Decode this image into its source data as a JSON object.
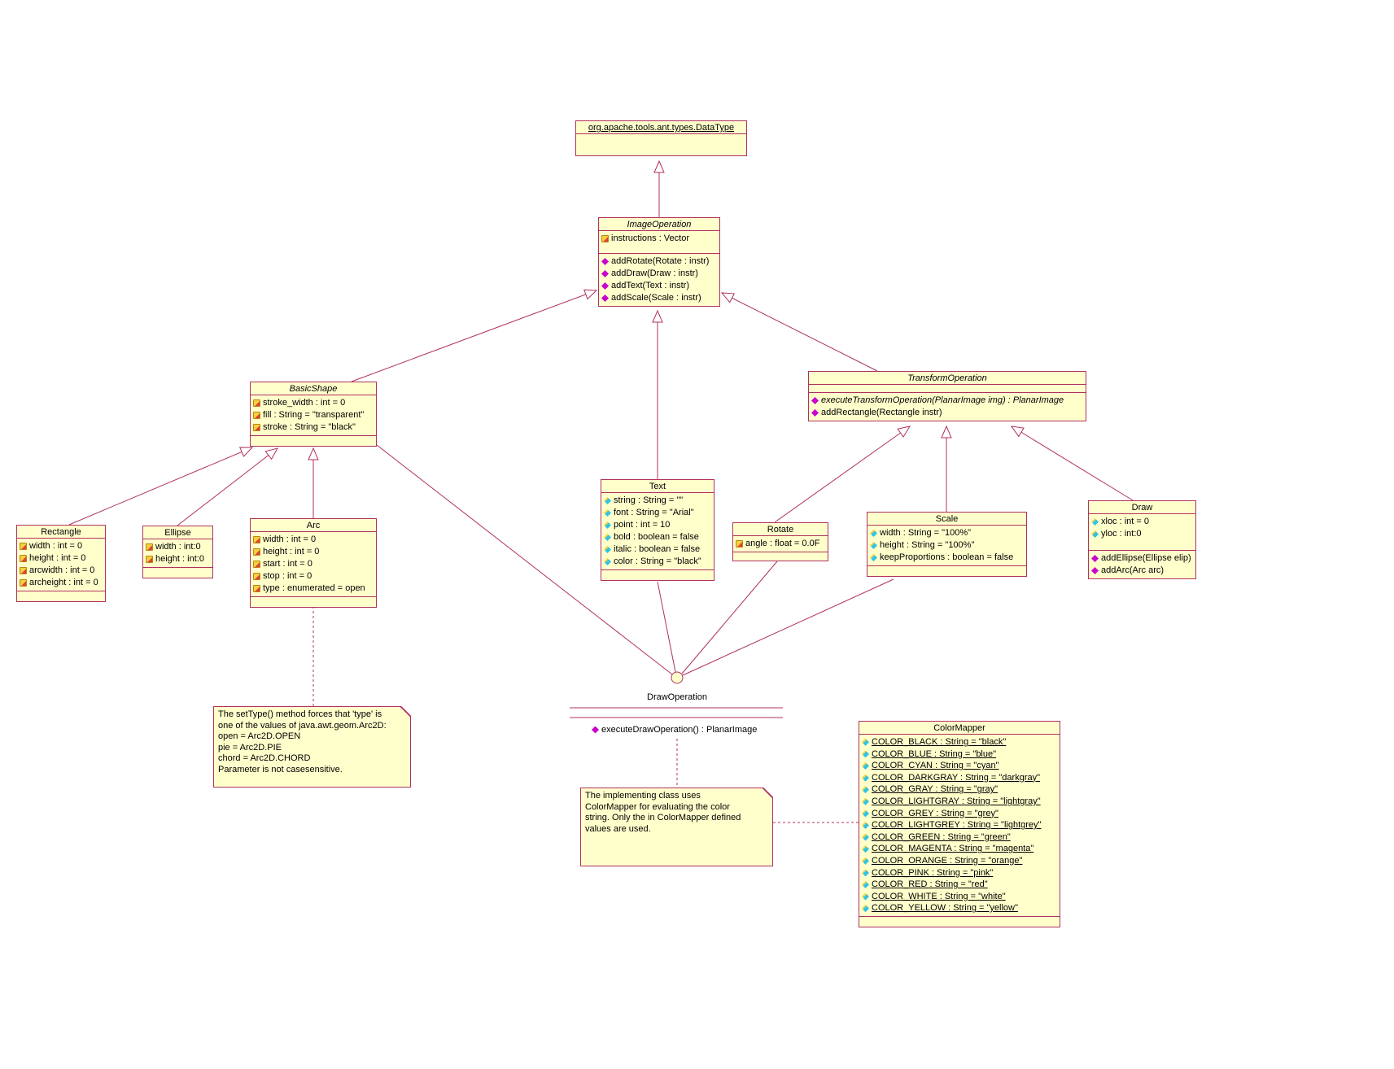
{
  "colors": {
    "background": "#FFFFFF",
    "box_fill": "#FFFFCC",
    "line": "#B03060",
    "method_icon": "#CC00CC",
    "attribute_icon_yellow": "#F4D03F",
    "attribute_icon_cyan": "#2EC4E6"
  },
  "classes": {
    "datatype": {
      "title": "org.apache.tools.ant.types.DataType"
    },
    "image_operation": {
      "title": "ImageOperation",
      "attributes": [
        {
          "text": "instructions : Vector"
        }
      ],
      "methods": [
        {
          "text": "addRotate(Rotate : instr)"
        },
        {
          "text": "addDraw(Draw : instr)"
        },
        {
          "text": "addText(Text : instr)"
        },
        {
          "text": "addScale(Scale : instr)"
        }
      ]
    },
    "basic_shape": {
      "title": "BasicShape",
      "attributes": [
        {
          "text": "stroke_width : int = 0"
        },
        {
          "text": "fill : String = \"transparent\""
        },
        {
          "text": "stroke : String = \"black\""
        }
      ]
    },
    "transform_operation": {
      "title": "TransformOperation",
      "methods": [
        {
          "text": "executeTransformOperation(PlanarImage img) : PlanarImage"
        },
        {
          "text": "addRectangle(Rectangle instr)"
        }
      ]
    },
    "rectangle": {
      "title": "Rectangle",
      "attributes": [
        {
          "text": "width : int = 0"
        },
        {
          "text": "height : int = 0"
        },
        {
          "text": "arcwidth : int = 0"
        },
        {
          "text": "archeight : int = 0"
        }
      ]
    },
    "ellipse": {
      "title": "Ellipse",
      "attributes": [
        {
          "text": "width : int:0"
        },
        {
          "text": "height : int:0"
        }
      ]
    },
    "arc": {
      "title": "Arc",
      "attributes": [
        {
          "text": "width : int = 0"
        },
        {
          "text": "height : int = 0"
        },
        {
          "text": "start : int = 0"
        },
        {
          "text": "stop : int = 0"
        },
        {
          "text": "type : enumerated = open"
        }
      ]
    },
    "text": {
      "title": "Text",
      "attributes": [
        {
          "text": "string : String = \"\""
        },
        {
          "text": "font : String = \"Arial\""
        },
        {
          "text": "point : int = 10"
        },
        {
          "text": "bold : boolean = false"
        },
        {
          "text": "italic : boolean = false"
        },
        {
          "text": "color : String = \"black\""
        }
      ]
    },
    "rotate": {
      "title": "Rotate",
      "attributes": [
        {
          "text": "angle : float = 0.0F"
        }
      ]
    },
    "scale": {
      "title": "Scale",
      "attributes": [
        {
          "text": "width : String = \"100%\""
        },
        {
          "text": "height : String = \"100%\""
        },
        {
          "text": "keepProportions : boolean = false"
        }
      ]
    },
    "draw": {
      "title": "Draw",
      "attributes": [
        {
          "text": "xloc : int = 0"
        },
        {
          "text": "yloc : int:0"
        }
      ],
      "methods": [
        {
          "text": "addEllipse(Ellipse elip)"
        },
        {
          "text": "addArc(Arc arc)"
        }
      ]
    },
    "color_mapper": {
      "title": "ColorMapper",
      "attributes": [
        {
          "text": "COLOR_BLACK : String = \"black\""
        },
        {
          "text": "COLOR_BLUE : String = \"blue\""
        },
        {
          "text": "COLOR_CYAN : String = \"cyan\""
        },
        {
          "text": "COLOR_DARKGRAY : String = \"darkgray\""
        },
        {
          "text": "COLOR_GRAY : String = \"gray\""
        },
        {
          "text": "COLOR_LIGHTGRAY : String = \"lightgray\""
        },
        {
          "text": "COLOR_GREY : String = \"grey\""
        },
        {
          "text": "COLOR_LIGHTGREY : String = \"lightgrey\""
        },
        {
          "text": "COLOR_GREEN : String = \"green\""
        },
        {
          "text": "COLOR_MAGENTA : String = \"magenta\""
        },
        {
          "text": "COLOR_ORANGE : String = \"orange\""
        },
        {
          "text": "COLOR_PINK : String = \"pink\""
        },
        {
          "text": "COLOR_RED : String = \"red\""
        },
        {
          "text": "COLOR_WHITE : String = \"white\""
        },
        {
          "text": "COLOR_YELLOW : String = \"yellow\""
        }
      ]
    }
  },
  "interface": {
    "name": "DrawOperation",
    "method": "executeDrawOperation() : PlanarImage"
  },
  "notes": {
    "arc_note": {
      "lines": [
        "The setType() method forces that 'type' is",
        "one of the values of java.awt.geom.Arc2D:",
        "open = Arc2D.OPEN",
        "pie = Arc2D.PIE",
        "chord = Arc2D.CHORD",
        "Parameter is not casesensitive."
      ]
    },
    "color_note": {
      "lines": [
        "The implementing class uses",
        "ColorMapper for evaluating the color",
        "string. Only the in ColorMapper defined",
        "values are used."
      ]
    }
  }
}
